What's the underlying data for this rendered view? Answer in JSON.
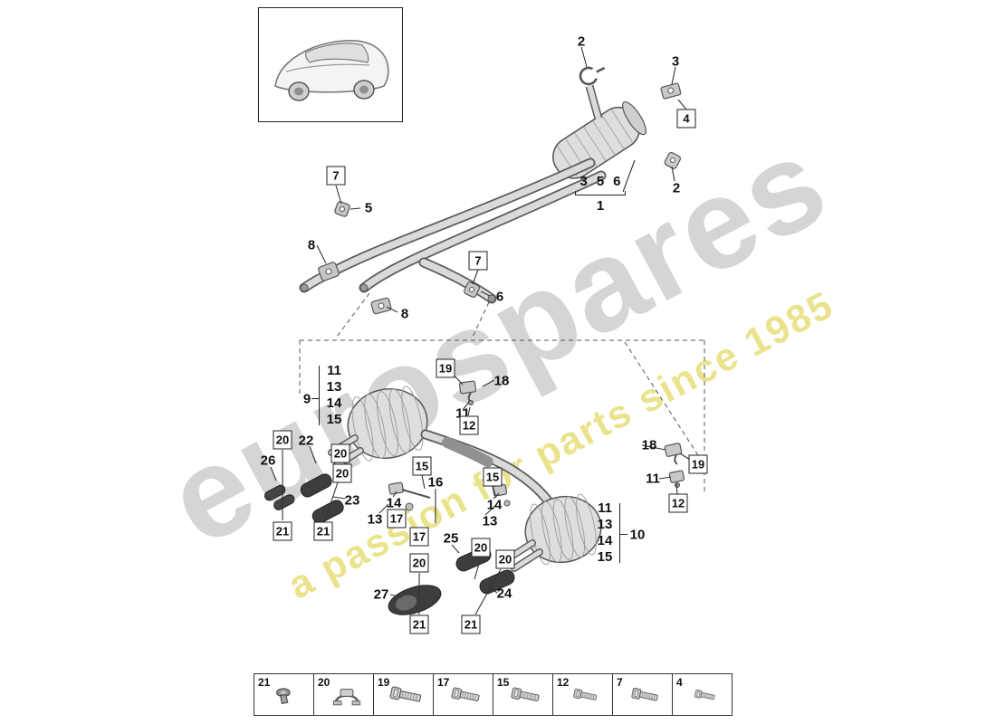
{
  "watermark": {
    "brand": "eurospares",
    "tagline": "a passion for parts since 1985",
    "brand_color": "#acacac",
    "tagline_color": "#e6de78"
  },
  "callouts": {
    "c1": "1",
    "c2": "2",
    "c3": "3",
    "c4": "4",
    "c5": "5",
    "c6": "6",
    "c7": "7",
    "c8": "8",
    "c9": "9",
    "c10": "10",
    "c11": "11",
    "c12": "12",
    "c13": "13",
    "c14": "14",
    "c15": "15",
    "c16": "16",
    "c17": "17",
    "c18": "18",
    "c19": "19",
    "c20": "20",
    "c21": "21",
    "c22": "22",
    "c23": "23",
    "c24": "24",
    "c25": "25",
    "c26": "26",
    "c27": "27"
  },
  "assembly_group": {
    "items": [
      "3",
      "5",
      "6"
    ],
    "main": "1"
  },
  "left_stack": {
    "label": "9",
    "items": [
      "11",
      "13",
      "14",
      "15"
    ]
  },
  "right_stack": {
    "label": "10",
    "items": [
      "11",
      "13",
      "14",
      "15"
    ]
  },
  "legend": {
    "items": [
      "21",
      "20",
      "19",
      "17",
      "15",
      "12",
      "7",
      "4"
    ],
    "icons": [
      "push-clip",
      "clamp-bracket",
      "hex-bolt",
      "hex-bolt",
      "hex-bolt",
      "hex-bolt",
      "hex-bolt",
      "hex-bolt"
    ]
  }
}
